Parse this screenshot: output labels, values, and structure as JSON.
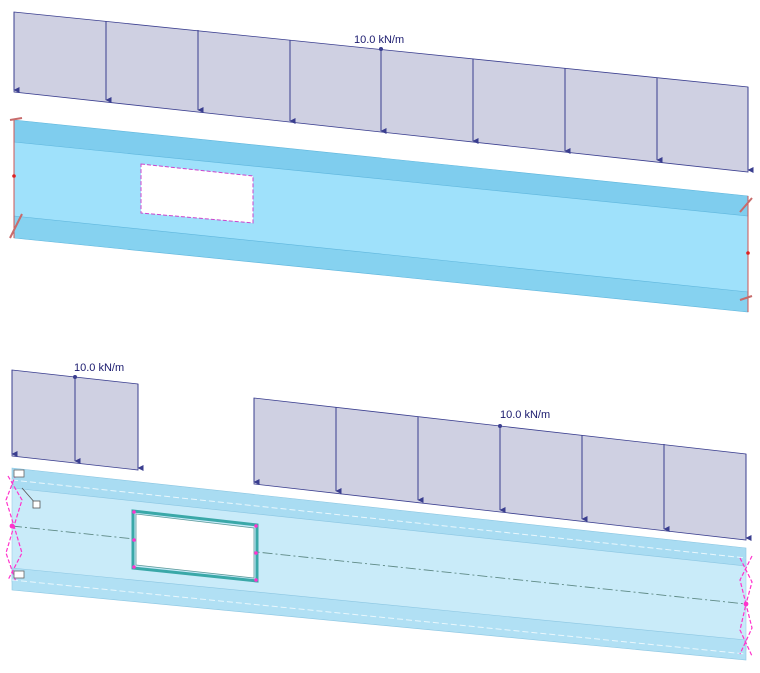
{
  "colors": {
    "load_fill": "#cfd0e2",
    "load_edge": "#3a3e8f",
    "arrow": "#3a3e8f",
    "beam_top_web": "#9fe1fb",
    "beam_top_flange": "#7fcdee",
    "beam_bottom_web": "#c9ebf9",
    "beam_bottom_flange": "#a9dcf2",
    "opening_outline": "#cc44cc",
    "opening_frame": "#3aa8a8",
    "support_magenta": "#ff33cc",
    "support_red": "#dd2222"
  },
  "top_model": {
    "load_label": "10.0 kN/m"
  },
  "bottom_model": {
    "left_load_label": "10.0 kN/m",
    "right_load_label": "10.0 kN/m"
  }
}
